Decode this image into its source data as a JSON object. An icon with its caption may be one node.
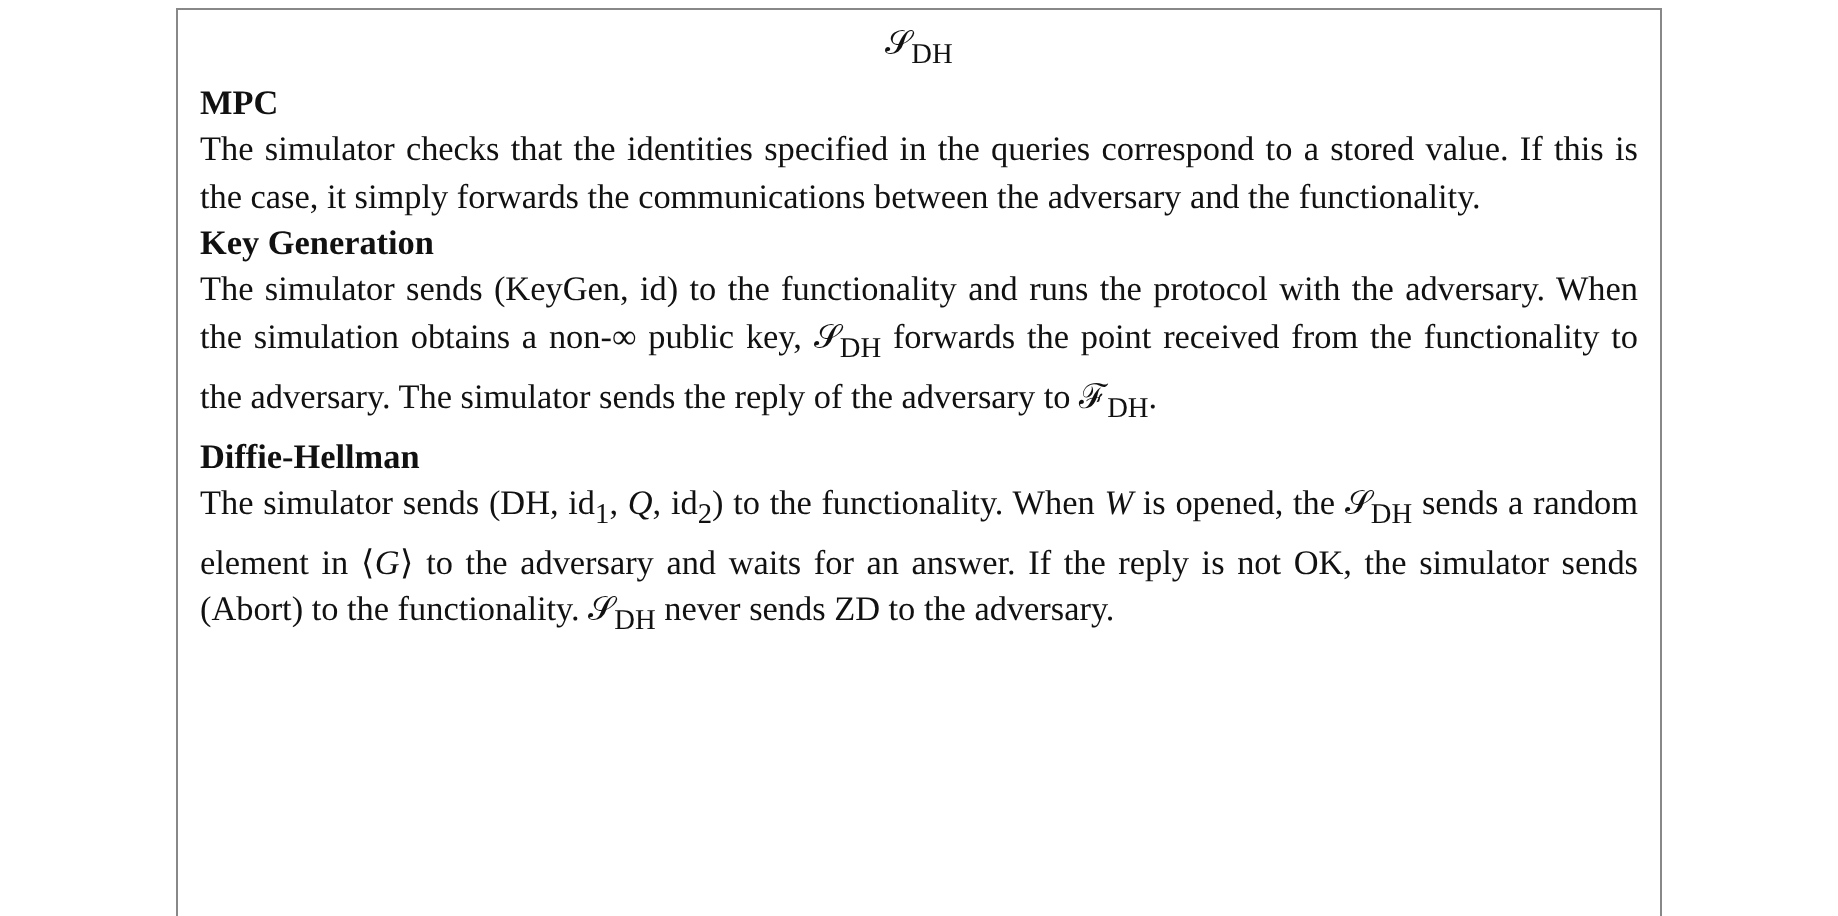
{
  "diagram": {
    "nodes": [
      {
        "text": [
          "𝒮$_{DH}$",
          "MPC",
          "The simulator checks that the identities specified in the queries correspond to a stored value. If this is the case, it simply forwards the communications between the adversary and the functionality.",
          "Key Generation",
          "The simulator sends (KeyGen, id) to the functionality and runs the protocol with the adversary. When the simulation obtains a non-∞ public key, 𝒮$_{DH}$ forwards the point received from the functionality to the adversary. The simulator sends the reply of the adversary to ℱ$_{DH}$.",
          "Diffie-Hellman",
          "The simulator sends (DH, id$_{1}$, *Q*, id$_{2}$) to the functionality. When *W* is opened, the 𝒮$_{DH}$ sends a random element in ⟨*G*⟩ to the adversary and waits for an answer. If the reply is not OK, the simulator sends (Abort) to the functionality. 𝒮$_{DH}$ never sends ZD to the adversary."
        ]
      }
    ]
  }
}
